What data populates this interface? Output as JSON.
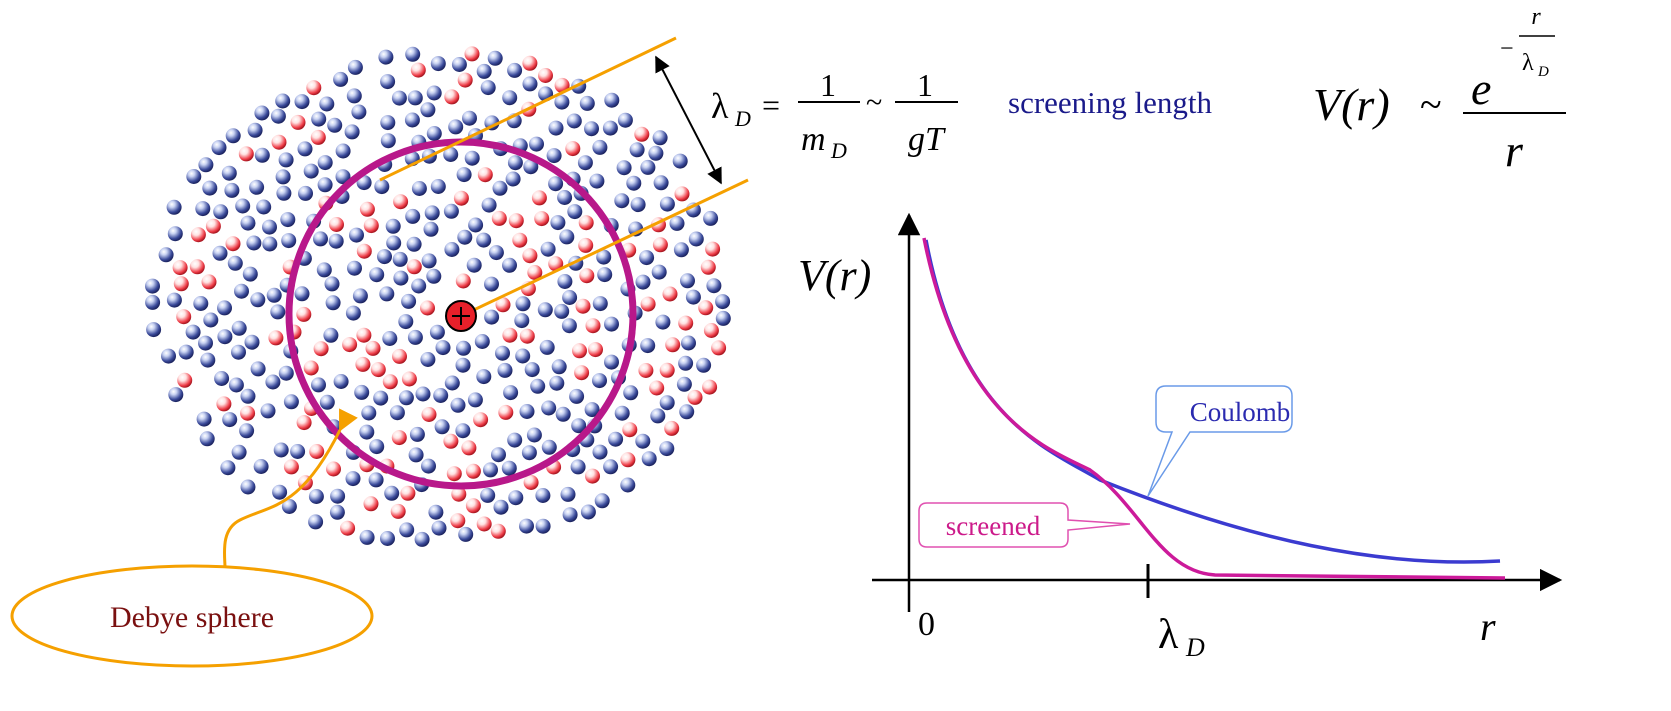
{
  "colors": {
    "blue_particle": "#3a4a9a",
    "red_particle": "#e0303a",
    "sphere": "#b8188a",
    "screening_line": "#f5a000",
    "coulomb_curve": "#3b3bd0",
    "screened_curve": "#cc1a9a",
    "callout_label_blue": "#2a2ab0",
    "debye_text": "#7a1010",
    "screening_text": "#1a1a8a"
  },
  "particles": {
    "blue_count": 340,
    "red_count": 120,
    "central_charge": "positive test charge"
  },
  "formula": {
    "lambda": "λ",
    "lambda_sub": "D",
    "equals": "=",
    "num1": "1",
    "den1_m": "m",
    "den1_sub": "D",
    "tilde": "~",
    "num2": "1",
    "den2": "gT",
    "description": "screening length"
  },
  "potential_formula": {
    "lhs": "V(r)",
    "tilde": "~",
    "e": "e",
    "exp_minus": "−",
    "exp_num": "r",
    "exp_lambda": "λ",
    "exp_sub": "D",
    "den": "r"
  },
  "labels": {
    "debye_sphere": "Debye sphere",
    "coulomb": "Coulomb",
    "screened": "screened"
  },
  "plot": {
    "y_label": "V(r)",
    "origin": "0",
    "x_tick_lambda": "λ",
    "x_tick_sub": "D",
    "x_label": "r"
  }
}
